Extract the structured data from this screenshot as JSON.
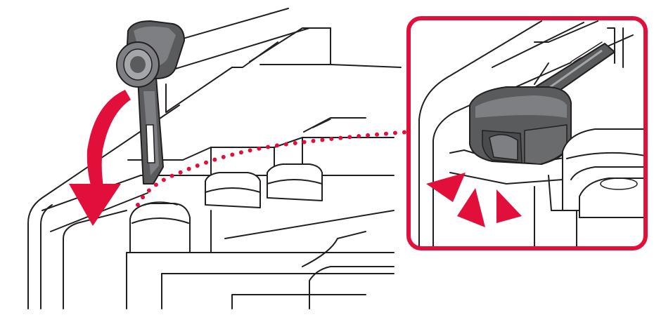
{
  "colors": {
    "accent": "#e30f3b",
    "outline": "#231f20",
    "cap_dark": "#5a5b5d",
    "cap_mid": "#7d7f82",
    "cap_light": "#a4a6a9",
    "background": "#ffffff"
  },
  "icons": {
    "motion_arrow": "curved-arrow-down",
    "detail_frame": "magnifier-inset",
    "click_marks": "triangle-burst"
  }
}
